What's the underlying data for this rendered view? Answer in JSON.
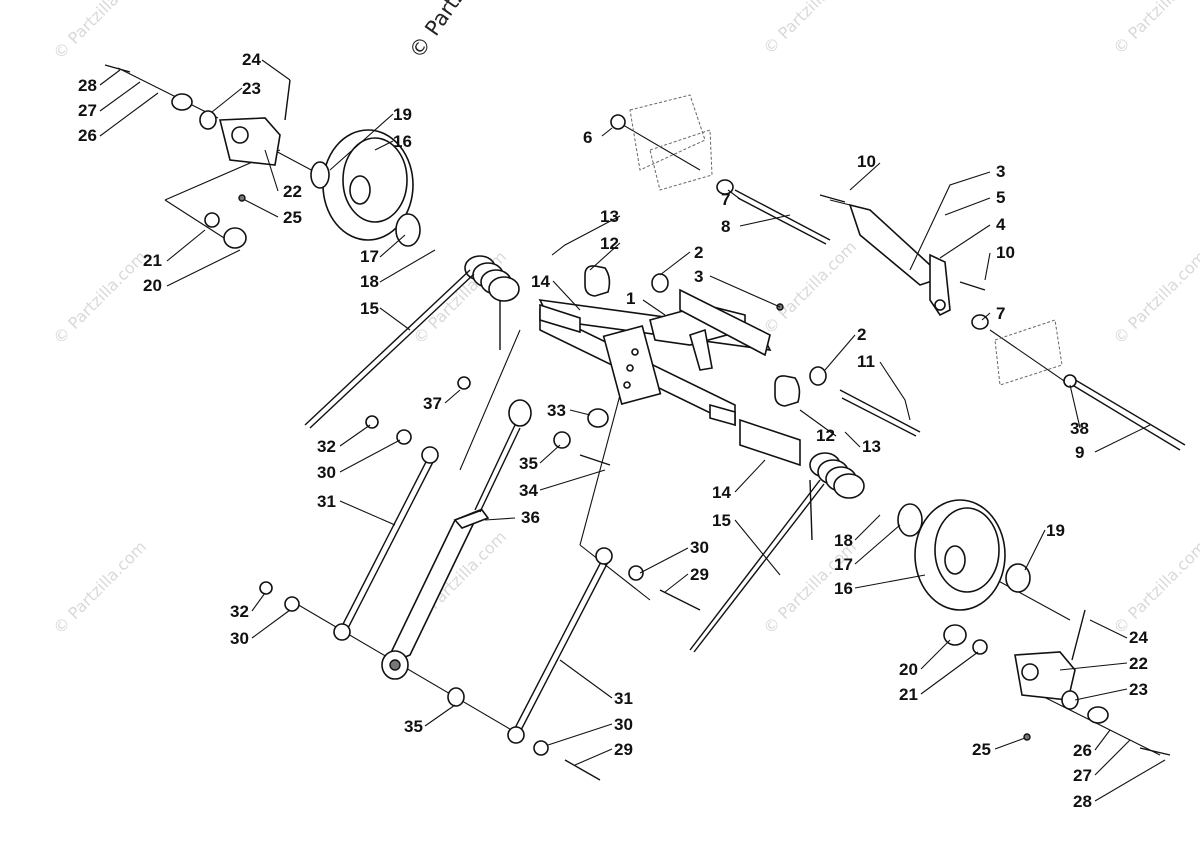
{
  "watermarks": {
    "main": "© Partzilla.com",
    "repeat": "© Partzilla.com"
  },
  "callouts": {
    "n1": "1",
    "n2": "2",
    "n3": "3",
    "n4": "4",
    "n5": "5",
    "n6": "6",
    "n7": "7",
    "n8": "8",
    "n9": "9",
    "n10": "10",
    "n11": "11",
    "n12": "12",
    "n13": "13",
    "n14": "14",
    "n15": "15",
    "n16": "16",
    "n17": "17",
    "n18": "18",
    "n19": "19",
    "n20": "20",
    "n21": "21",
    "n22": "22",
    "n23": "23",
    "n24": "24",
    "n25": "25",
    "n26": "26",
    "n27": "27",
    "n28": "28",
    "n29": "29",
    "n30": "30",
    "n31": "31",
    "n32": "32",
    "n33": "33",
    "n34": "34",
    "n35": "35",
    "n36": "36",
    "n37": "37",
    "n38": "38"
  }
}
